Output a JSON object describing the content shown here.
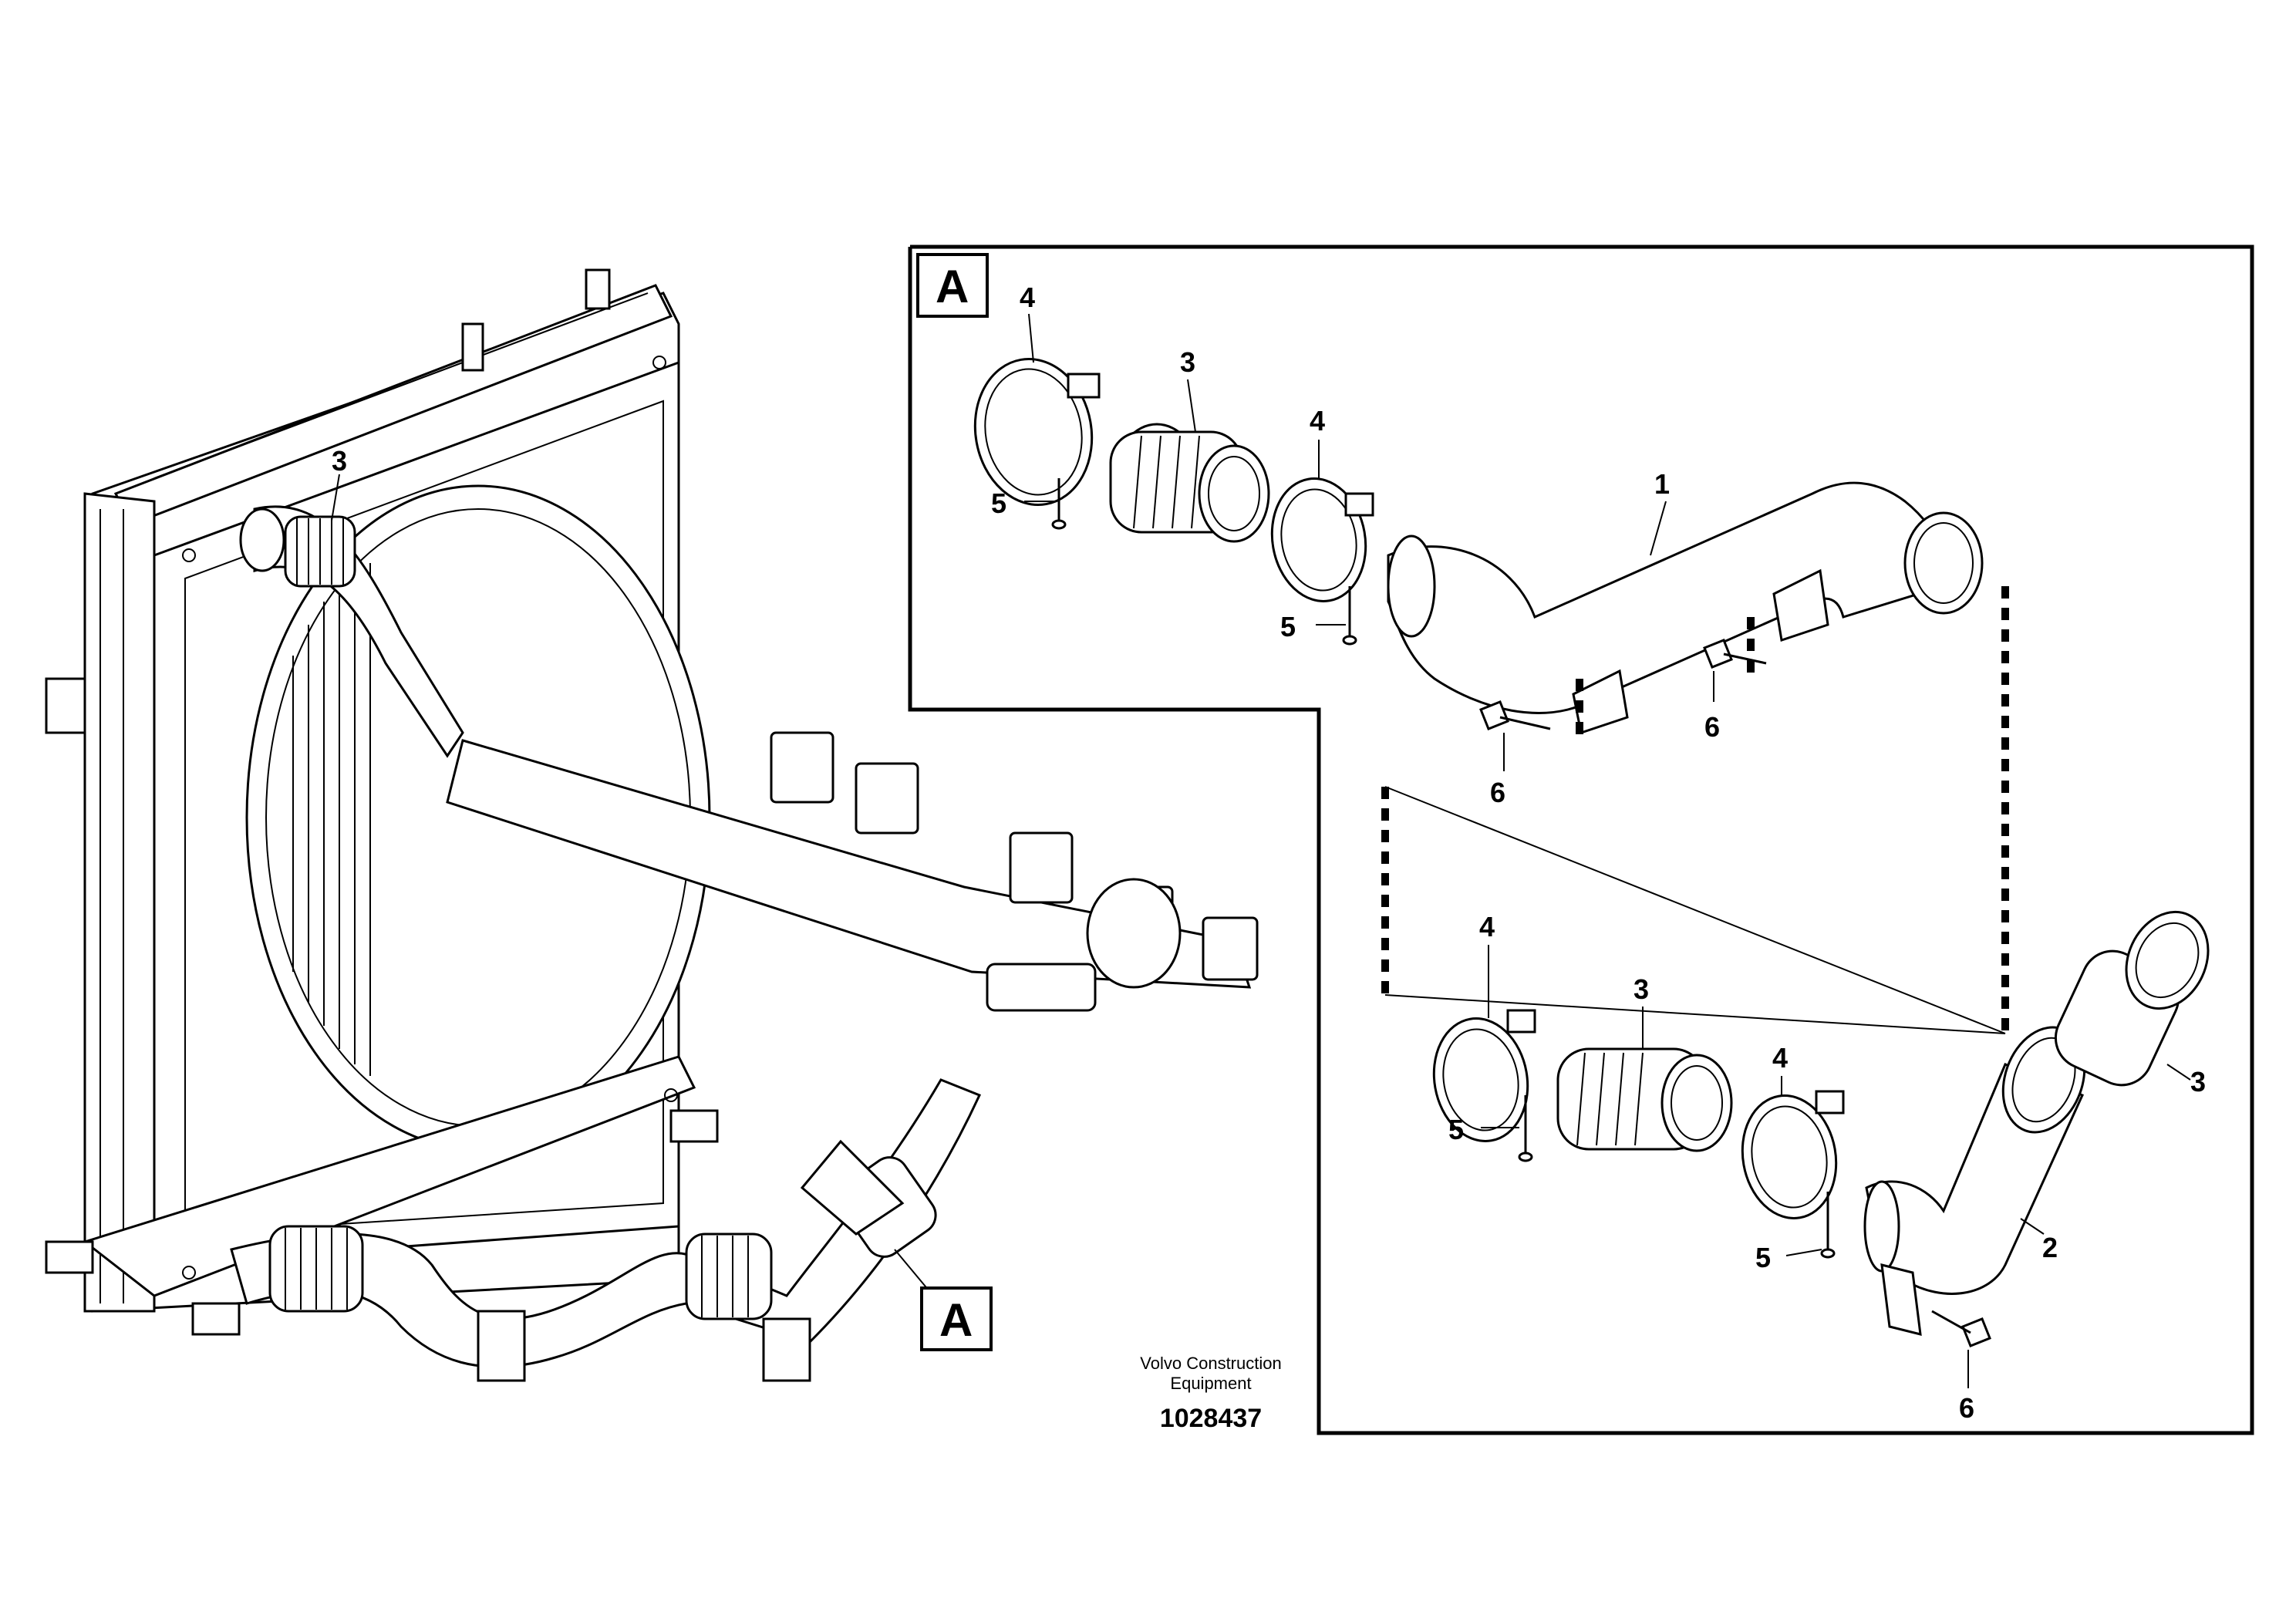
{
  "callouts": {
    "detail_letter": "A",
    "view_letter": "A",
    "main_3": "3",
    "d_4a": "4",
    "d_3a": "3",
    "d_4b": "4",
    "d_5a": "5",
    "d_5b": "5",
    "d_1": "1",
    "d_6a": "6",
    "d_6b": "6",
    "d_4c": "4",
    "d_3b": "3",
    "d_4d": "4",
    "d_5c": "5",
    "d_5d": "5",
    "d_3c": "3",
    "d_2": "2",
    "d_6c": "6"
  },
  "credit": {
    "line1": "Volvo Construction",
    "line2": "Equipment",
    "doc_number": "1028437"
  },
  "icons": [
    "radiator",
    "fan-shroud",
    "charge-air-pipe",
    "hose-clamp",
    "rubber-hose",
    "bolt",
    "screw"
  ]
}
